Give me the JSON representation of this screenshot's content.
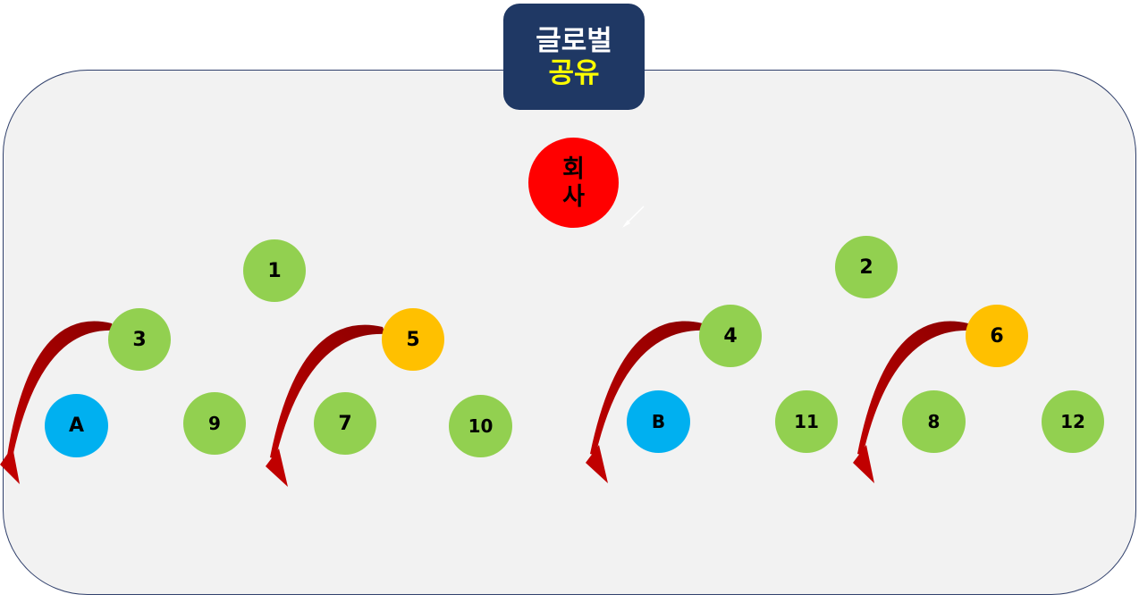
{
  "title": {
    "line1": "글로벌",
    "line2": "공유"
  },
  "company": {
    "line1": "회",
    "line2": "사"
  },
  "nodes": {
    "n1": "1",
    "n2": "2",
    "n3": "3",
    "n4": "4",
    "n5": "5",
    "n6": "6",
    "n7": "7",
    "n8": "8",
    "n9": "9",
    "n10": "10",
    "n11": "11",
    "n12": "12",
    "a": "A",
    "b": "B"
  },
  "colors": {
    "green": "#92d050",
    "blue": "#00b0f0",
    "orange": "#ffc000",
    "red": "#ff0000",
    "title_bg": "#1f3864",
    "title_text": "#ffffff",
    "title_accent": "#ffff00",
    "arrow": "#b00000",
    "panel": "#f2f2f2"
  }
}
